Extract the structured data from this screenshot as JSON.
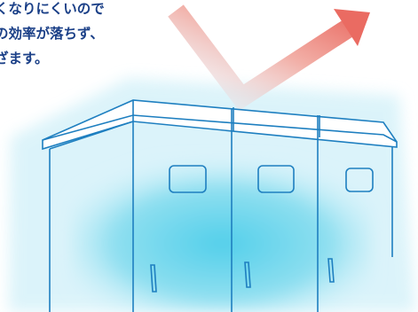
{
  "text": {
    "line1": "くなりにくいので",
    "line2": "の効率が落ちず、",
    "line3": "ざます。"
  },
  "illustration": {
    "subject": "outdoor-cabinet",
    "arrow_direction": "up-right",
    "colors": {
      "text": "#1a3f87",
      "arrow": "#ea6b62",
      "glow": "#7fd9ee",
      "outline": "#1e7fc0"
    }
  }
}
